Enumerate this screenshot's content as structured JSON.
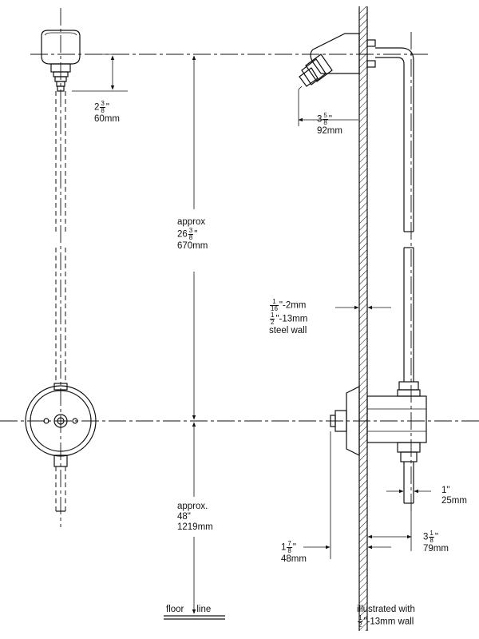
{
  "dim_top_offset": {
    "whole": "2",
    "num": "3",
    "den": "8",
    "unit": "\"",
    "metric": "60mm"
  },
  "dim_projection": {
    "whole": "3",
    "num": "5",
    "den": "8",
    "unit": "\"",
    "metric": "92mm"
  },
  "dim_head_height": {
    "prefix": "approx",
    "whole": "26",
    "num": "3",
    "den": "8",
    "unit": "\"",
    "metric": "670mm"
  },
  "dim_valve_height": {
    "prefix": "approx.",
    "imperial": "48\"",
    "metric": "1219mm"
  },
  "dim_wall": {
    "num1": "1",
    "den1": "16",
    "range1": "\"-2mm",
    "num2": "1",
    "den2": "2",
    "range2": "\"-13mm",
    "material": "steel wall"
  },
  "dim_pipe": {
    "imperial": "1\"",
    "metric": "25mm"
  },
  "dim_valve_depth": {
    "whole": "3",
    "num": "1",
    "den": "8",
    "unit": "\"",
    "metric": "79mm"
  },
  "dim_escutcheon": {
    "whole": "1",
    "num": "7",
    "den": "8",
    "unit": "\"",
    "metric": "48mm"
  },
  "floor_label": {
    "left": "floor",
    "right": "line"
  },
  "note": {
    "line1": "illustrated with",
    "num": "1",
    "den": "2",
    "line2": "\"-13mm wall"
  }
}
